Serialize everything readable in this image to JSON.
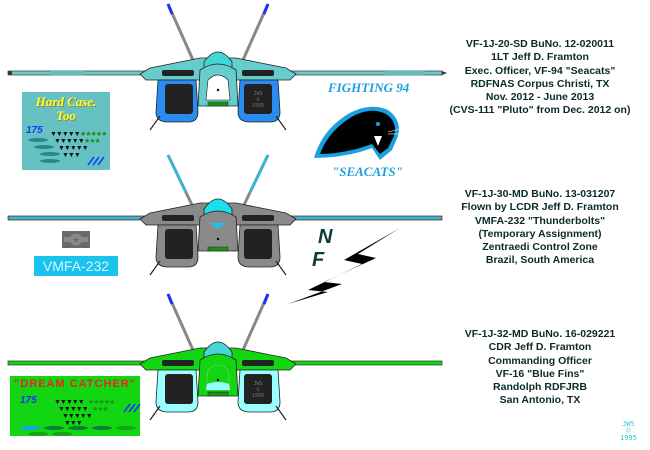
{
  "colors": {
    "seacats_body": "#66cccc",
    "seacats_intake": "#2a8cf0",
    "thunderbolts_body": "#8a8a8a",
    "thunderbolts_accent": "#19c3ec",
    "bluefins_body": "#11d611",
    "bluefins_intake": "#99ffff",
    "text": "#0a2a2a",
    "squadron_blue": "#1a9fe0"
  },
  "aircraft": [
    {
      "scheme": "VF-94 Seacats",
      "info": [
        "VF-1J-20-SD BuNo. 12-020011",
        "1LT Jeff D. Framton",
        "Exec. Officer, VF-94 \"Seacats\"",
        "RDFNAS Corpus Christi, TX",
        "Nov. 2012 - June 2013",
        "(CVS-111 \"Pluto\" from Dec. 2012 on)"
      ],
      "nose_art": {
        "title_line1": "Hard Case.",
        "title_line2": "Too",
        "kill_count": "175"
      },
      "insignia": {
        "top": "FIGHTING 94",
        "bottom": "\"SEACATS\"",
        "emblem": "panther-head"
      },
      "intake_marking": [
        "JWS",
        "©",
        "1995"
      ]
    },
    {
      "scheme": "VMFA-232 Thunderbolts",
      "info": [
        "VF-1J-30-MD BuNo. 13-031207",
        "Flown by LCDR Jeff D. Framton",
        "VMFA-232 \"Thunderbolts\"",
        "(Temporary Assignment)",
        "Zentraedi Control Zone",
        "Brazil, South America"
      ],
      "unit_badge": "VMFA-232",
      "tail_code": [
        "N",
        "F"
      ],
      "emblem": "lightning-bolt"
    },
    {
      "scheme": "VF-16 Blue Fins",
      "info": [
        "VF-1J-32-MD BuNo. 16-029221",
        "CDR Jeff D. Framton",
        "Commanding Officer",
        "VF-16 \"Blue Fins\"",
        "Randolph RDFJRB",
        "San Antonio, TX"
      ],
      "nose_art": {
        "title": "\"DREAM CATCHER\"",
        "kill_count": "175"
      },
      "intake_marking": [
        "JWS",
        "©",
        "1995"
      ]
    }
  ],
  "signature": [
    "JWS",
    "©",
    "1995"
  ]
}
